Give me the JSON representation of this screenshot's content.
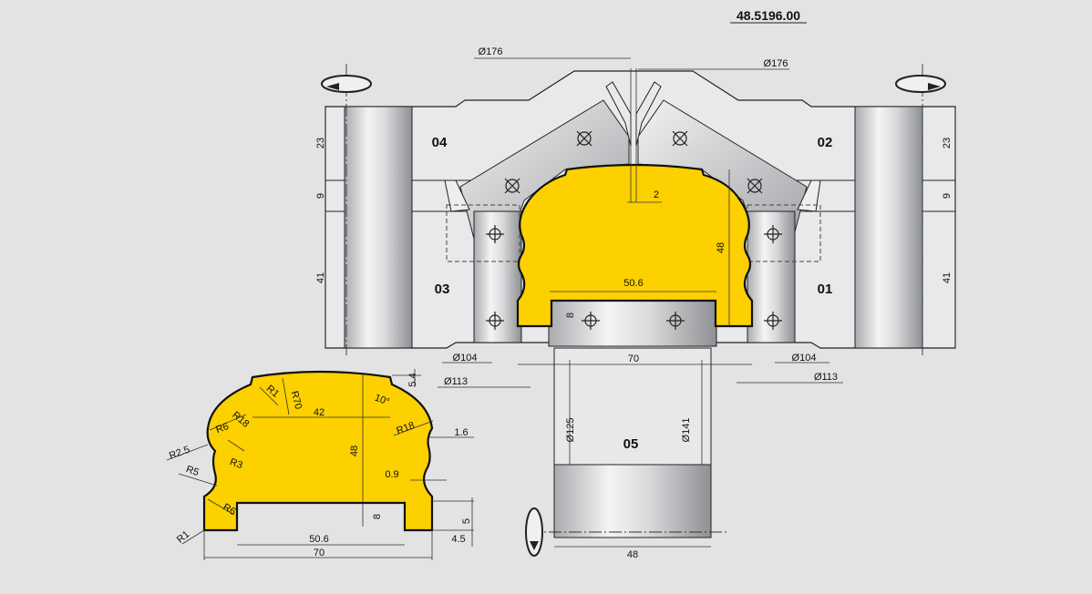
{
  "drawing_number": "48.5196.00",
  "tools": {
    "t01": "01",
    "t02": "02",
    "t03": "03",
    "t04": "04",
    "t05": "05"
  },
  "upper_dims": {
    "d176_left": "Ø176",
    "d176_right": "Ø176",
    "gap": "2",
    "height": "48",
    "groove_width": "50.6",
    "groove_depth": "8",
    "width": "70",
    "d104_left": "Ø104",
    "d104_right": "Ø104",
    "d113_left": "Ø113",
    "d113_right": "Ø113",
    "d125": "Ø125",
    "d141": "Ø141",
    "bottom_width": "48",
    "left_23": "23",
    "left_9": "9",
    "left_41": "41",
    "right_23": "23",
    "right_9": "9",
    "right_41": "41"
  },
  "profile_dims": {
    "r1_top": "R1",
    "r70": "R70",
    "top_width": "42",
    "angle": "10°",
    "top_height": "5.4",
    "r18_left": "R18",
    "r6_upper": "R6",
    "r18_right": "R18",
    "d1_6": "1.6",
    "r2_5": "R2.5",
    "r5": "R5",
    "r3": "R3",
    "d0_9": "0.9",
    "height": "48",
    "r6_lower": "R6",
    "groove_depth": "8",
    "foot": "5",
    "r1_bottom": "R1",
    "groove_width": "50.6",
    "side": "4.5",
    "width": "70"
  }
}
